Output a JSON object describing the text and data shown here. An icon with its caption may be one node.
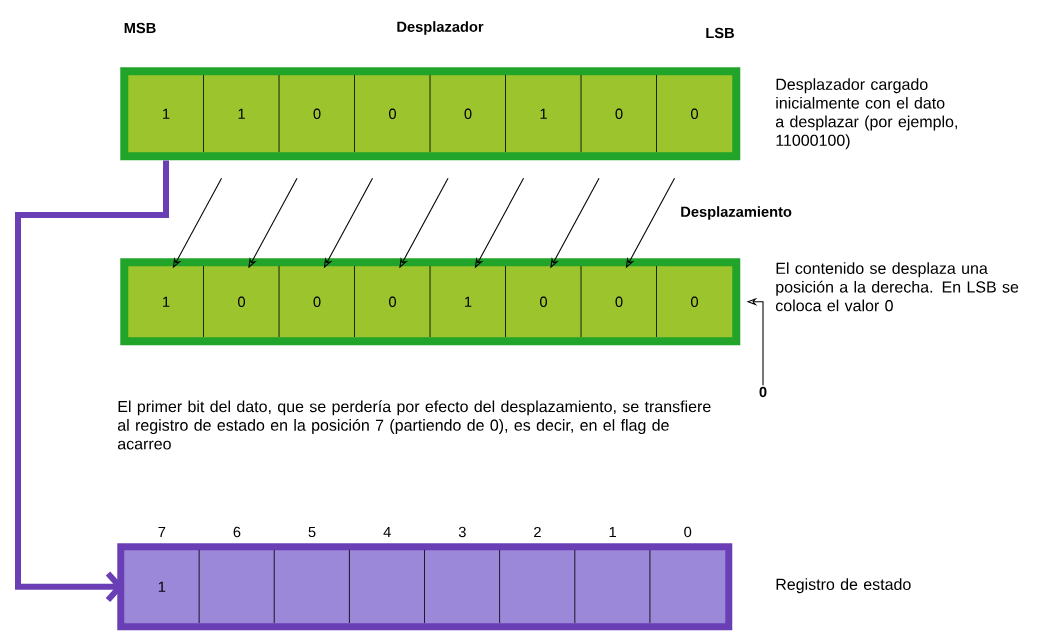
{
  "diagram": {
    "nodes": [
      {
        "text": [],
        "shape": "box",
        "beside": [
          "Desplazador cargado inicialmente con el dato a desplazar (por ejemplo, 11000100)"
        ]
      },
      {
        "text": [
          "1"
        ],
        "in": 0
      },
      {
        "text": [
          "1"
        ],
        "in": 0
      },
      {
        "text": [
          "0"
        ],
        "in": 0
      },
      {
        "text": [
          "0"
        ],
        "in": 0
      },
      {
        "text": [
          "0"
        ],
        "in": 0
      },
      {
        "text": [
          "1"
        ],
        "in": 0
      },
      {
        "text": [
          "0"
        ],
        "in": 0
      },
      {
        "text": [
          "0"
        ],
        "in": 0
      },
      {
        "text": [],
        "shape": "box",
        "beside": [
          "El contenido se desplaza una posición a la derecha. En LSB se coloca el valor 0"
        ]
      },
      {
        "text": [
          "1"
        ],
        "in": 9
      },
      {
        "text": [
          "0"
        ],
        "in": 9
      },
      {
        "text": [
          "0"
        ],
        "in": 9
      },
      {
        "text": [
          "0"
        ],
        "in": 9
      },
      {
        "text": [
          "1"
        ],
        "in": 9
      },
      {
        "text": [
          "0"
        ],
        "in": 9
      },
      {
        "text": [
          "0"
        ],
        "in": 9
      },
      {
        "text": [
          "0"
        ],
        "in": 9
      },
      {
        "text": [
          "0"
        ]
      },
      {
        "text": [],
        "shape": "box",
        "beside": [
          "Registro de estado"
        ]
      },
      {
        "text": [
          "1"
        ],
        "in": 19
      },
      {
        "text": [],
        "shape": "box",
        "in": 19
      },
      {
        "text": [],
        "shape": "box",
        "in": 19
      },
      {
        "text": [],
        "shape": "box",
        "in": 19
      },
      {
        "text": [],
        "shape": "box",
        "in": 19
      },
      {
        "text": [],
        "shape": "box",
        "in": 19
      },
      {
        "text": [],
        "shape": "box",
        "in": 19
      },
      {
        "text": [],
        "shape": "box",
        "in": 19
      }
    ],
    "edges": [
      {
        "from": 2,
        "to": 10,
        "arrow": "to"
      },
      {
        "from": 3,
        "to": 11,
        "arrow": "to"
      },
      {
        "from": 4,
        "to": 12,
        "arrow": "to"
      },
      {
        "from": 5,
        "to": 13,
        "arrow": "to"
      },
      {
        "from": 6,
        "to": 14,
        "arrow": "to"
      },
      {
        "from": 7,
        "to": 15,
        "arrow": "to"
      },
      {
        "from": 8,
        "to": 16,
        "arrow": "to"
      },
      {
        "from": 18,
        "to": 17,
        "arrow": "to"
      },
      {
        "from": 1,
        "to": 20,
        "arrow": "to",
        "style": "thick",
        "color": "#6a3fb5"
      }
    ],
    "labels": [
      "MSB",
      "Desplazador",
      "LSB",
      "Desplazamiento",
      "El primer bit del dato, que se perdería por efecto del desplazamiento, se transfiere al registro de estado en la posición 7 (partiendo de 0), es decir, en el flag de acarreo",
      "7",
      "6",
      "5",
      "4",
      "3",
      "2",
      "1",
      "0"
    ]
  }
}
